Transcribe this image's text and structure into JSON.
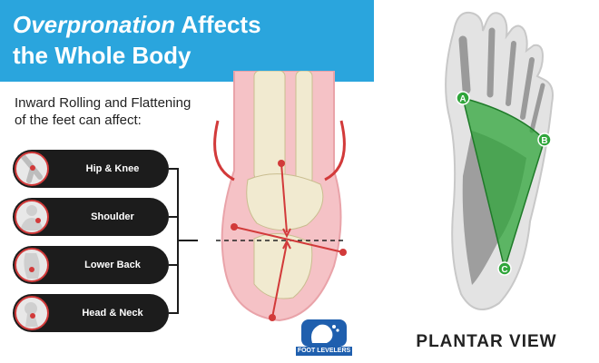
{
  "header": {
    "title_italic": "Overpronation",
    "title_rest": " Affects",
    "title_line2": "the Whole Body"
  },
  "intro": "Inward Rolling and Flattening of the feet can affect:",
  "items": [
    {
      "label": "Hip & Knee"
    },
    {
      "label": "Shoulder"
    },
    {
      "label": "Lower Back"
    },
    {
      "label": "Head & Neck"
    }
  ],
  "logo": {
    "text": "FOOT LEVELERS"
  },
  "plantar": {
    "points": [
      "A",
      "B",
      "C"
    ],
    "caption": "PLANTAR VIEW"
  },
  "colors": {
    "banner": "#2aa5dd",
    "pill": "#1c1c1c",
    "accent_red": "#d23a3a",
    "green": "#2fa53a"
  }
}
